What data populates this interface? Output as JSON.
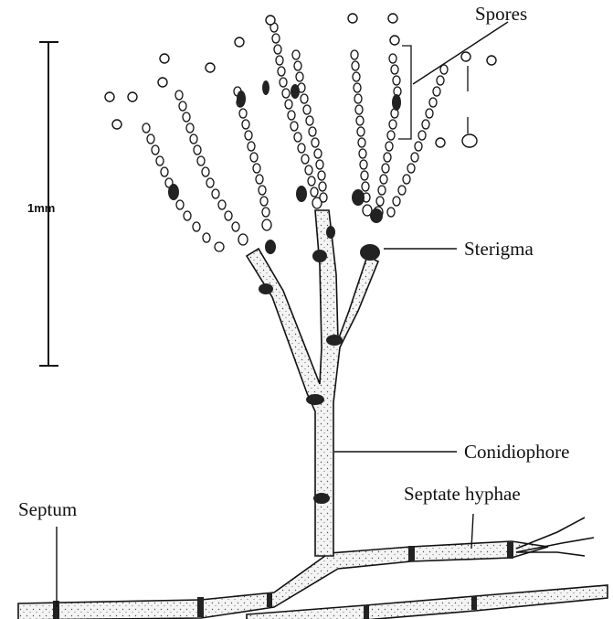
{
  "figure": {
    "scale_bar_label": "1mm",
    "labels": {
      "spores": "Spores",
      "sterigma": "Sterigma",
      "conidiophore": "Conidiophore",
      "septate_hyphae": "Septate hyphae",
      "septum": "Septum"
    }
  }
}
